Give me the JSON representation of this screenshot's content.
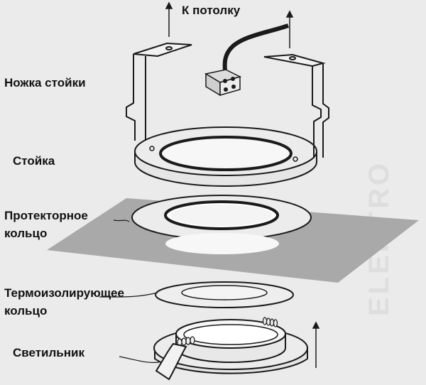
{
  "labels": {
    "ceiling": "К потолку",
    "mount_leg": "Ножка стойки",
    "mount": "Стойка",
    "protector_line1": "Протекторное",
    "protector_line2": "кольцо",
    "insulation_line1": "Термоизолирующее",
    "insulation_line2": "кольцо",
    "lamp": "Светильник"
  },
  "watermark": "ELEKTRO",
  "colors": {
    "background": "#ebebeb",
    "line": "#1a1a1a",
    "ceiling_panel": "#a9a9a9",
    "hole": "#f4f4f4"
  }
}
